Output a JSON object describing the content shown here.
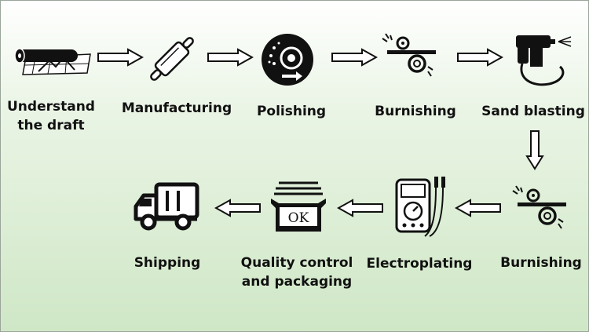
{
  "steps": [
    {
      "line1": "Understand",
      "line2": "the draft",
      "icon": "blueprint-roll-icon"
    },
    {
      "line1": "Manufacturing",
      "icon": "rolling-pin-icon"
    },
    {
      "line1": "Polishing",
      "icon": "polishing-wheel-icon"
    },
    {
      "line1": "Burnishing",
      "icon": "burnishing-roller-icon"
    },
    {
      "line1": "Sand blasting",
      "icon": "sand-blaster-gun-icon"
    },
    {
      "line1": "Burnishing",
      "icon": "burnishing-roller-icon"
    },
    {
      "line1": "Electroplating",
      "icon": "multimeter-icon"
    },
    {
      "line1": "Quality control",
      "line2": "and packaging",
      "icon": "ok-box-icon"
    },
    {
      "line1": "Shipping",
      "icon": "delivery-truck-icon"
    }
  ],
  "ok_text": "OK",
  "colors": {
    "ink": "#111111",
    "background_top": "#ffffff",
    "background_bottom": "#cfe7c6"
  }
}
